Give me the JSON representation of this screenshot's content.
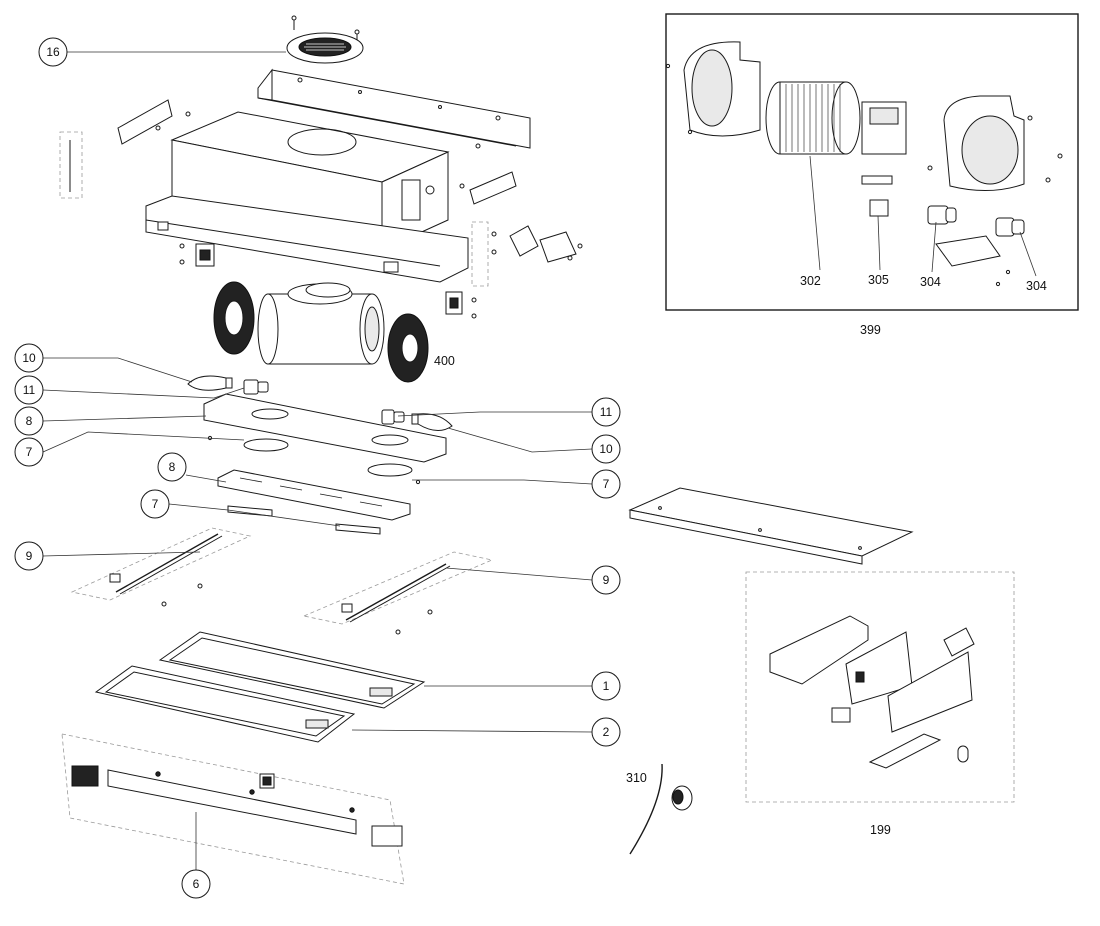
{
  "callouts": [
    {
      "id": "c16",
      "label": "16"
    },
    {
      "id": "c10a",
      "label": "10"
    },
    {
      "id": "c11a",
      "label": "11"
    },
    {
      "id": "c8a",
      "label": "8"
    },
    {
      "id": "c7a",
      "label": "7"
    },
    {
      "id": "c11b",
      "label": "11"
    },
    {
      "id": "c10b",
      "label": "10"
    },
    {
      "id": "c8b",
      "label": "8"
    },
    {
      "id": "c7b",
      "label": "7"
    },
    {
      "id": "c7c",
      "label": "7"
    },
    {
      "id": "c9a",
      "label": "9"
    },
    {
      "id": "c9b",
      "label": "9"
    },
    {
      "id": "c1",
      "label": "1"
    },
    {
      "id": "c2",
      "label": "2"
    },
    {
      "id": "c6",
      "label": "6"
    }
  ],
  "plain_labels": {
    "l400": "400",
    "l302": "302",
    "l305": "305",
    "l304a": "304",
    "l304b": "304",
    "l399": "399",
    "l199": "199",
    "l310": "310"
  }
}
